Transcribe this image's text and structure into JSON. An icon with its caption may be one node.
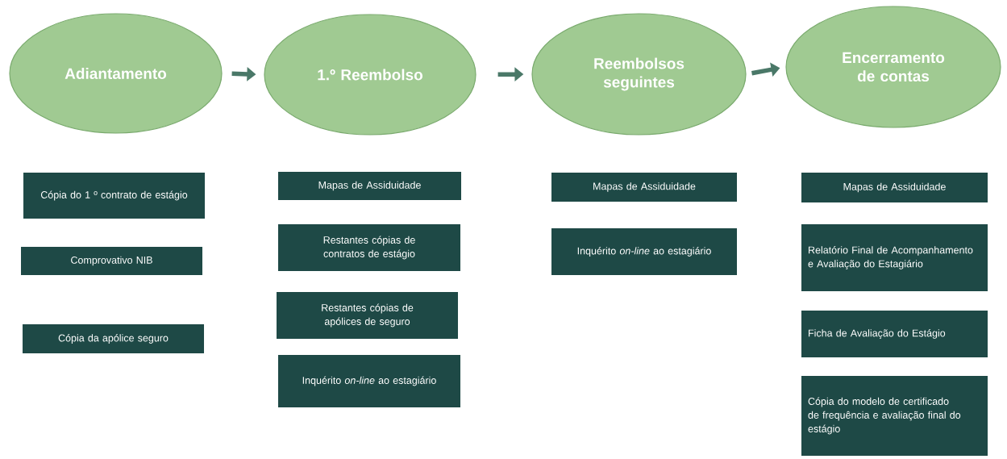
{
  "diagram": {
    "nodes": [
      {
        "text": [
          "Adiantamento"
        ]
      },
      {
        "text": [
          "1.º Reembolso"
        ]
      },
      {
        "text": [
          "Reembolsos seguintes"
        ]
      },
      {
        "text": [
          "Encerramento de contas"
        ]
      },
      {
        "text": [
          "Cópia do 1 º contrato de estágio"
        ]
      },
      {
        "text": [
          "Comprovativo NIB"
        ]
      },
      {
        "text": [
          "Cópia da apólice seguro"
        ]
      },
      {
        "text": [
          "Mapas de Assiduidade"
        ]
      },
      {
        "text": [
          "Restantes cópias de contratos de estágio"
        ]
      },
      {
        "text": [
          "Restantes cópias de apólices de seguro"
        ]
      },
      {
        "text": [
          "Inquérito *on-line* ao estagiário"
        ]
      },
      {
        "text": [
          "Mapas de Assiduidade"
        ]
      },
      {
        "text": [
          "Inquérito *on-line* ao estagiário"
        ]
      },
      {
        "text": [
          "Mapas de Assiduidade"
        ]
      },
      {
        "text": [
          "Relatório Final de Acompanhamento e Avaliação do Estagiário"
        ]
      },
      {
        "text": [
          "Ficha de Avaliação do Estágio"
        ]
      },
      {
        "text": [
          "Cópia do modelo de certificado de frequência e avaliação final do estágio"
        ]
      }
    ],
    "edges": [
      {
        "from": 0,
        "to": 1,
        "arrow": "to"
      },
      {
        "from": 1,
        "to": 2,
        "arrow": "to"
      },
      {
        "from": 2,
        "to": 3,
        "arrow": "to"
      }
    ]
  }
}
